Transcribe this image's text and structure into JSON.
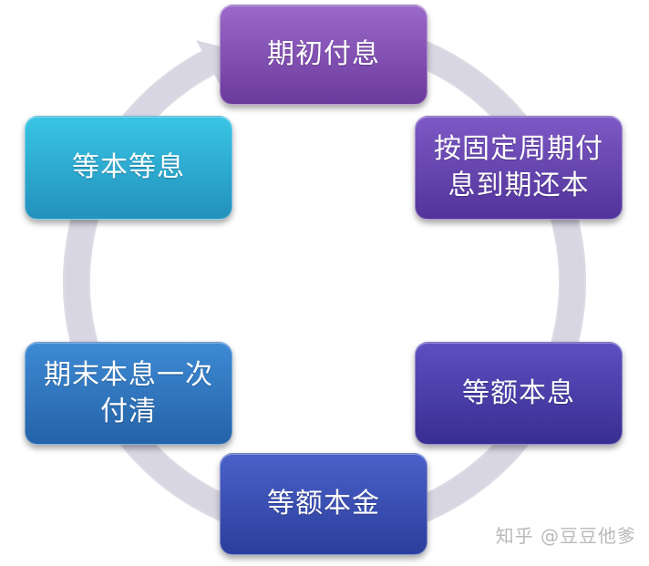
{
  "diagram": {
    "nodes": [
      {
        "label": "期初付息",
        "color_top": "#9a69c9",
        "color_bottom": "#6b3a9d"
      },
      {
        "label": "按固定周期付\n息到期还本",
        "color_top": "#7d59c6",
        "color_bottom": "#51339a"
      },
      {
        "label": "等额本息",
        "color_top": "#5d4fc0",
        "color_bottom": "#392e92"
      },
      {
        "label": "等额本金",
        "color_top": "#4a61c9",
        "color_bottom": "#2c3e9c"
      },
      {
        "label": "期末本息一次\n付清",
        "color_top": "#3e8ad4",
        "color_bottom": "#2463a8"
      },
      {
        "label": "等本等息",
        "color_top": "#39c4e4",
        "color_bottom": "#2291bd"
      }
    ],
    "ring_color": "#d9d6e3",
    "ring_shadow_color": "#bdb8cc"
  },
  "watermark": {
    "text": "知乎 @豆豆他爹"
  }
}
